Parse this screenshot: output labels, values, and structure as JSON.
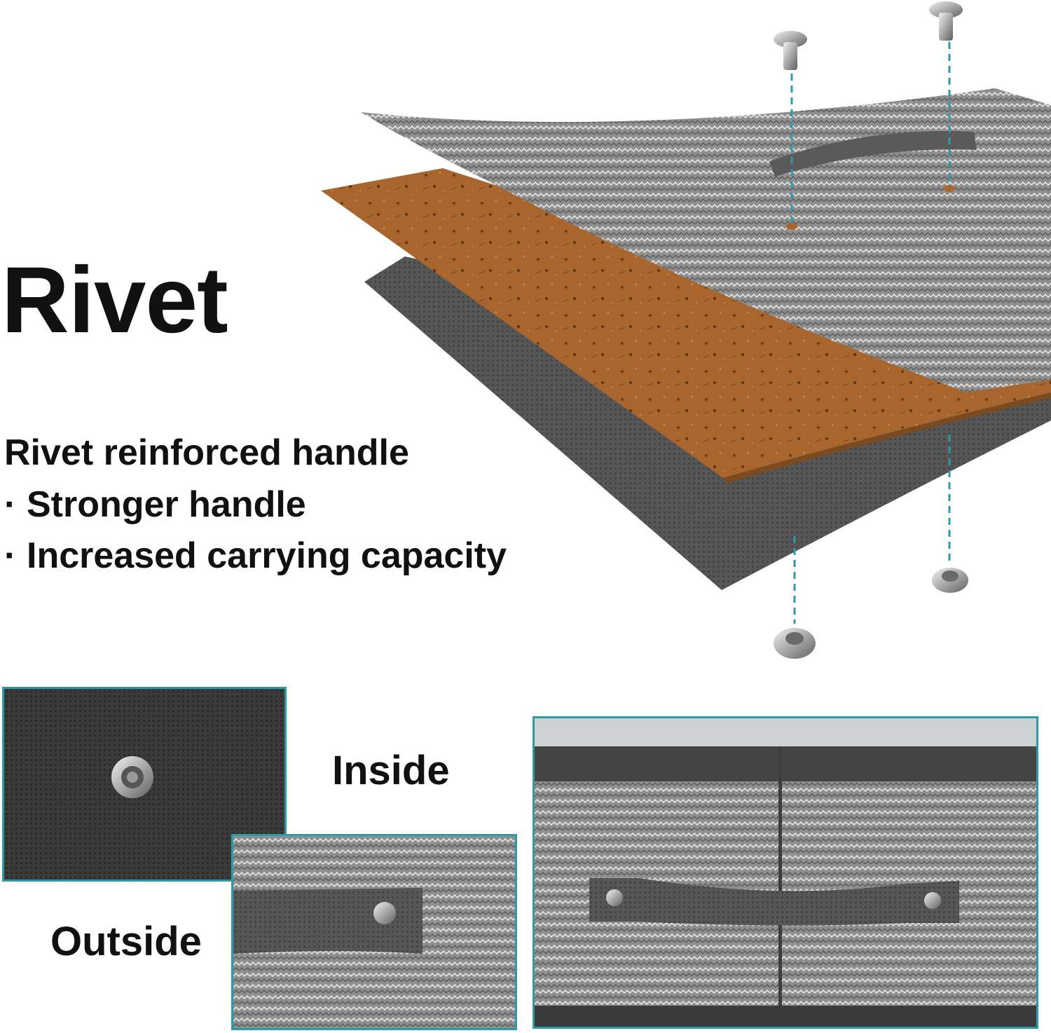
{
  "headline": "Rivet",
  "subtitle": "Rivet reinforced handle",
  "bullets": [
    {
      "marker": "·",
      "text": "Stronger handle"
    },
    {
      "marker": "·",
      "text": "Increased carrying capacity"
    }
  ],
  "labels": {
    "inside": "Inside",
    "outside": "Outside"
  },
  "colors": {
    "accent": "#2f9aa3",
    "herringbone_fabric": "#8c8c8c",
    "cardboard": "#a8662e",
    "nonwoven_lining": "#555555",
    "handle_strap": "#4a4a4a"
  },
  "illustration": {
    "layers": [
      "herringbone-fabric-layer",
      "cardboard-layer",
      "nonwoven-lining-layer"
    ],
    "parts": [
      "rivet-pin",
      "rivet-cap",
      "guide-line"
    ]
  }
}
